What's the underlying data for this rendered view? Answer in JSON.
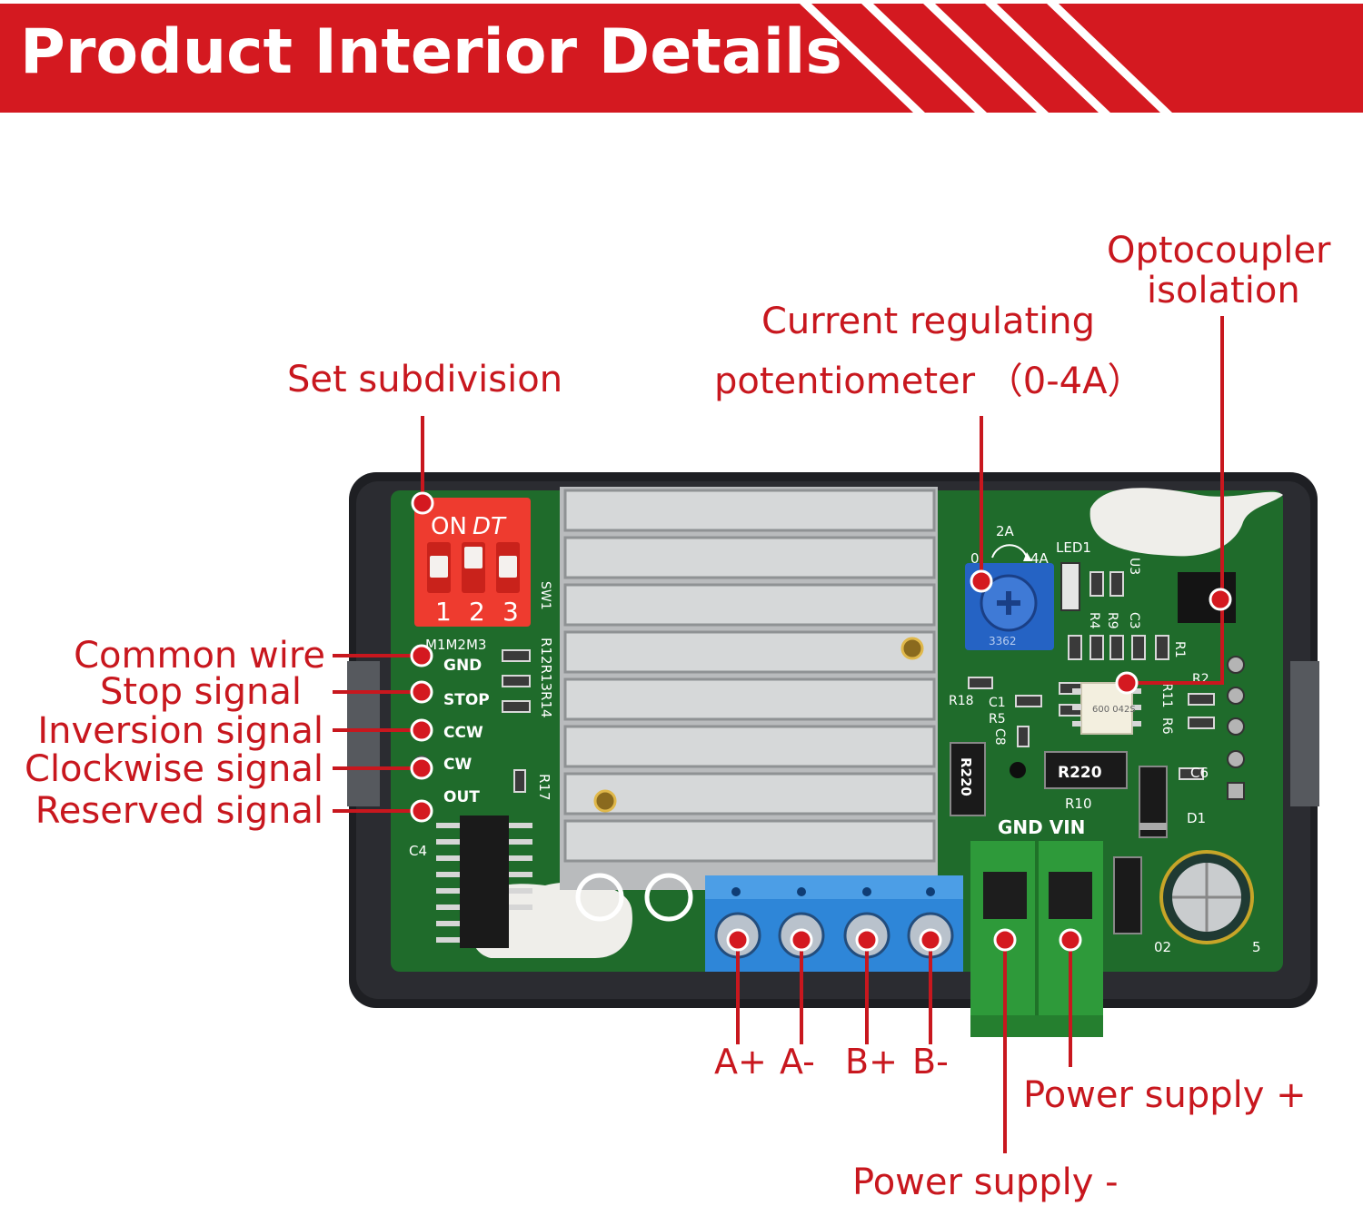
{
  "header": {
    "title": "Product Interior Details"
  },
  "callouts": {
    "set_subdivision": "Set subdivision",
    "current_pot_line1": "Current regulating",
    "current_pot_line2": "potentiometer （0-4A）",
    "optocoupler_line1": "Optocoupler",
    "optocoupler_line2": "isolation",
    "common_wire": "Common wire",
    "stop_signal": "Stop signal",
    "inversion_signal": "Inversion signal",
    "clockwise_signal": "Clockwise signal",
    "reserved_signal": "Reserved signal",
    "power_plus": "Power supply +",
    "power_minus": "Power supply -"
  },
  "motor_pins": [
    "A+",
    "A-",
    "B+",
    "B-"
  ],
  "board_silkscreen": {
    "dip_on": "ON",
    "dip_brand": "DT",
    "dip_numbers": [
      "1",
      "2",
      "3"
    ],
    "dip_modes": "M1M2M3",
    "sw": "SW1",
    "signal_pins": [
      "GND",
      "STOP",
      "CCW",
      "CW",
      "OUT"
    ],
    "resistors": "R12R13R14",
    "r17": "R17",
    "c4": "C4",
    "pot_2a": "2A",
    "pot_0": "0",
    "pot_4a": "4A",
    "pot_code": "3362",
    "led": "LED1",
    "u3": "U3",
    "r9": "R9",
    "c3": "C3",
    "r4": "R4",
    "r1": "R1",
    "r2": "R2",
    "r11": "R11",
    "r6": "R6",
    "r18": "R18",
    "c1": "C1",
    "r5": "R5",
    "c8": "C8",
    "r220a": "R220",
    "r220b": "R220",
    "r10": "R10",
    "c6": "C6",
    "d1": "D1",
    "gnd_vin": "GND VIN",
    "opto": "600 042S",
    "cap_02": "02",
    "cap_5": "5"
  },
  "colors": {
    "banner_red": "#d41920",
    "callout_red": "#c8171e",
    "pcb_green": "#1f6b2b",
    "terminal_blue": "#2e86d8",
    "terminal_green": "#2e9a3a",
    "dip_red": "#ee3b2f"
  }
}
